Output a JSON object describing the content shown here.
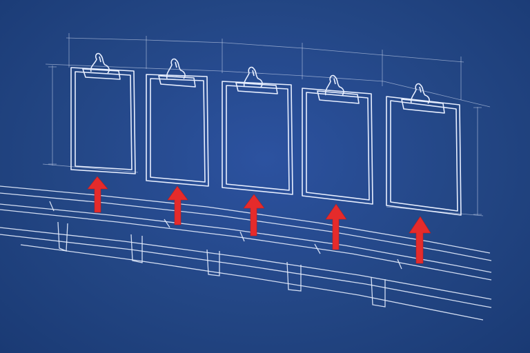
{
  "colors": {
    "background": "#234684",
    "line": "#e8efff",
    "arrow": "#e52b2b"
  },
  "clipboard_count": 5,
  "arrow_count": 5,
  "arrow_direction": "up",
  "icons": [
    "clipboard-icon",
    "up-arrow-icon",
    "rail-track"
  ]
}
